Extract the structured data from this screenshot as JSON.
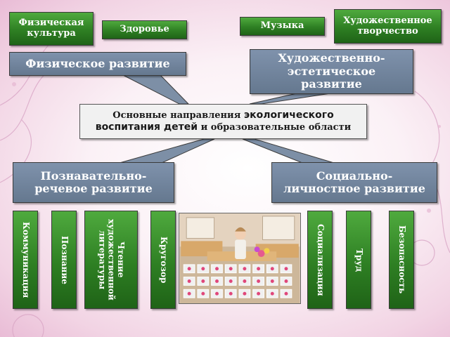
{
  "top_row": {
    "physical_culture": "Физическая культура",
    "health": "Здоровье",
    "music": "Музыка",
    "art_creativity": "Художественное творчество"
  },
  "areas": {
    "physical": "Физическое развитие",
    "artistic": "Художественно-эстетическое развитие",
    "cognitive": "Познавательно-речевое развитие",
    "social": "Социально-личностное развитие"
  },
  "center": {
    "part1": "Основные направления ",
    "part2": "экологического воспитания детей",
    "part3": " и образовательные области"
  },
  "bottom": {
    "communication": "Коммуникация",
    "cognition": "Познание",
    "reading": "Чтение художественной литературы",
    "outlook": "Кругозор",
    "socialization": "Социализация",
    "labor": "Труд",
    "safety": "Безопасность"
  },
  "colors": {
    "green": "#2e7f23",
    "grey": "#6b7f97",
    "center_bg": "#f1f1f1",
    "background": "#f2d4e4"
  }
}
